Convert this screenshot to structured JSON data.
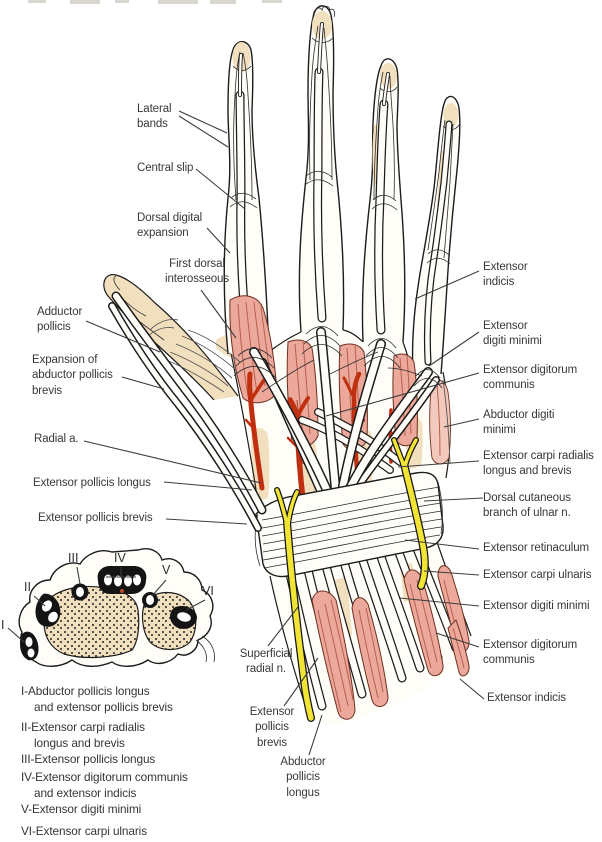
{
  "callouts": {
    "lateral_bands": "Lateral\nbands",
    "central_slip": "Central slip",
    "dorsal_digital_expansion": "Dorsal digital\nexpansion",
    "first_dorsal_interosseous": "First dorsal\ninterosseous",
    "adductor_pollicis": "Adductor\npollicis",
    "expansion_abductor_pollicis_brevis": "Expansion of\nabductor pollicis\nbrevis",
    "radial_a": "Radial a.",
    "extensor_pollicis_longus": "Extensor pollicis longus",
    "extensor_pollicis_brevis": "Extensor pollicis brevis",
    "extensor_indicis_upper": "Extensor\nindicis",
    "extensor_digiti_minimi_upper": "Extensor\ndigiti minimi",
    "extensor_digitorum_communis_upper": "Extensor digitorum\ncommunis",
    "abductor_digiti_minimi": "Abductor digiti\nminimi",
    "extensor_carpi_radialis": "Extensor carpi radialis\nlongus and brevis",
    "dorsal_cutaneous_ulnar": "Dorsal cutaneous\nbranch of ulnar n.",
    "extensor_retinaculum": "Extensor retinaculum",
    "extensor_carpi_ulnaris": "Extensor carpi ulnaris",
    "extensor_digiti_minimi_lower": "Extensor digiti minimi",
    "extensor_digitorum_communis_lower": "Extensor digitorum\ncommunis",
    "extensor_indicis_lower": "Extensor indicis",
    "superficial_radial_n": "Superficial\nradial n.",
    "extensor_pollicis_brevis_lower": "Extensor\npollicis\nbrevis",
    "abductor_pollicis_longus_lower": "Abductor\npollicis\nlongus"
  },
  "legend": {
    "items": [
      "I-Abductor pollicis longus\nand extensor pollicis brevis",
      "II-Extensor carpi radialis\nlongus and brevis",
      "III-Extensor pollicis longus",
      "IV-Extensor digitorum communis\nand extensor indicis",
      "V-Extensor digiti minimi",
      "VI-Extensor carpi ulnaris"
    ]
  },
  "inset": {
    "numerals": [
      "I",
      "II",
      "III",
      "IV",
      "V",
      "VI"
    ]
  },
  "colors": {
    "muscle_pink": "#eca89a",
    "muscle_stripe": "#b6604e",
    "artery_red": "#bf2f10",
    "nerve_yellow": "#f2e434",
    "bone_beige": "#f2dfbd",
    "outline": "#1c1c1c"
  }
}
